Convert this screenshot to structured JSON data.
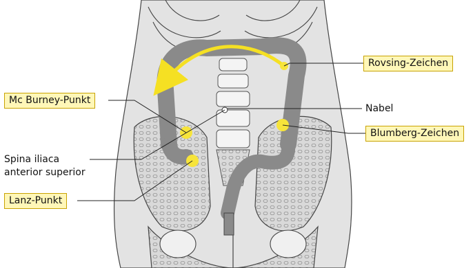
{
  "labels": {
    "rovsing": "Rovsing-Zeichen",
    "mcburney": "Mc Burney-Punkt",
    "nabel": "Nabel",
    "blumberg": "Blumberg-Zeichen",
    "spina_line1": "Spina iliaca",
    "spina_line2": "anterior superior",
    "lanz": "Lanz-Punkt"
  },
  "colors": {
    "highlight": "#f7e43a",
    "label_box": "#fff7b8",
    "colon": "#8a8a8a",
    "body": "#e3e3e3"
  }
}
